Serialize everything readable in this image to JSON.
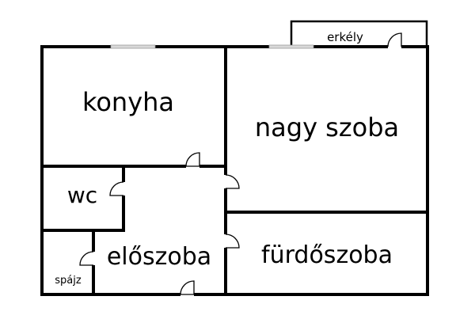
{
  "rooms": {
    "erkely": "erkély",
    "konyha": "konyha",
    "nagy_szoba": "nagy szoba",
    "wc": "wc",
    "eloszoba": "előszoba",
    "furdoszoba": "fürdőszoba",
    "spajz": "spájz"
  }
}
